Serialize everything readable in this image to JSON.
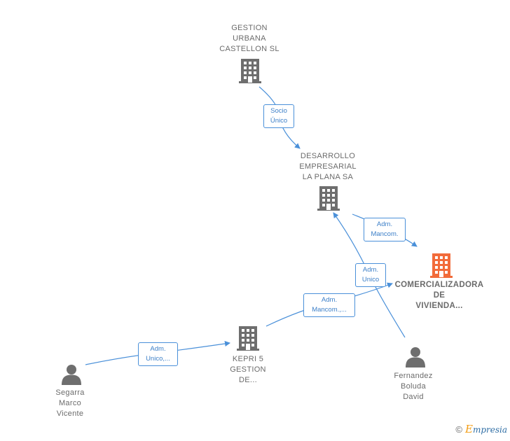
{
  "nodes": {
    "gestion": {
      "label": "GESTION\nURBANA\nCASTELLON SL",
      "type": "company"
    },
    "desarrollo": {
      "label": "DESARROLLO\nEMPRESARIAL\nLA PLANA SA",
      "type": "company"
    },
    "comercializadora": {
      "label": "COMERCIALIZADORA\nDE\nVIVIENDA...",
      "type": "company-main"
    },
    "kepri": {
      "label": "KEPRI 5\nGESTION\nDE...",
      "type": "company"
    },
    "segarra": {
      "label": "Segarra\nMarco\nVicente",
      "type": "person"
    },
    "fernandez": {
      "label": "Fernandez\nBoluda\nDavid",
      "type": "person"
    }
  },
  "edges": {
    "gestion_desarrollo": "Socio\nÚnico",
    "desarrollo_comercializadora": "Adm.\nMancom.",
    "fernandez_desarrollo": "Adm.\nUnico",
    "kepri_comercializadora": "Adm.\nMancom.,...",
    "segarra_kepri": "Adm.\nUnico,..."
  },
  "colors": {
    "edge": "#4a90d9",
    "company": "#6e6e6e",
    "main_company": "#f26b3a",
    "person": "#6e6e6e"
  },
  "footer": {
    "copyright": "©",
    "brand_first": "E",
    "brand_rest": "mpresia"
  }
}
